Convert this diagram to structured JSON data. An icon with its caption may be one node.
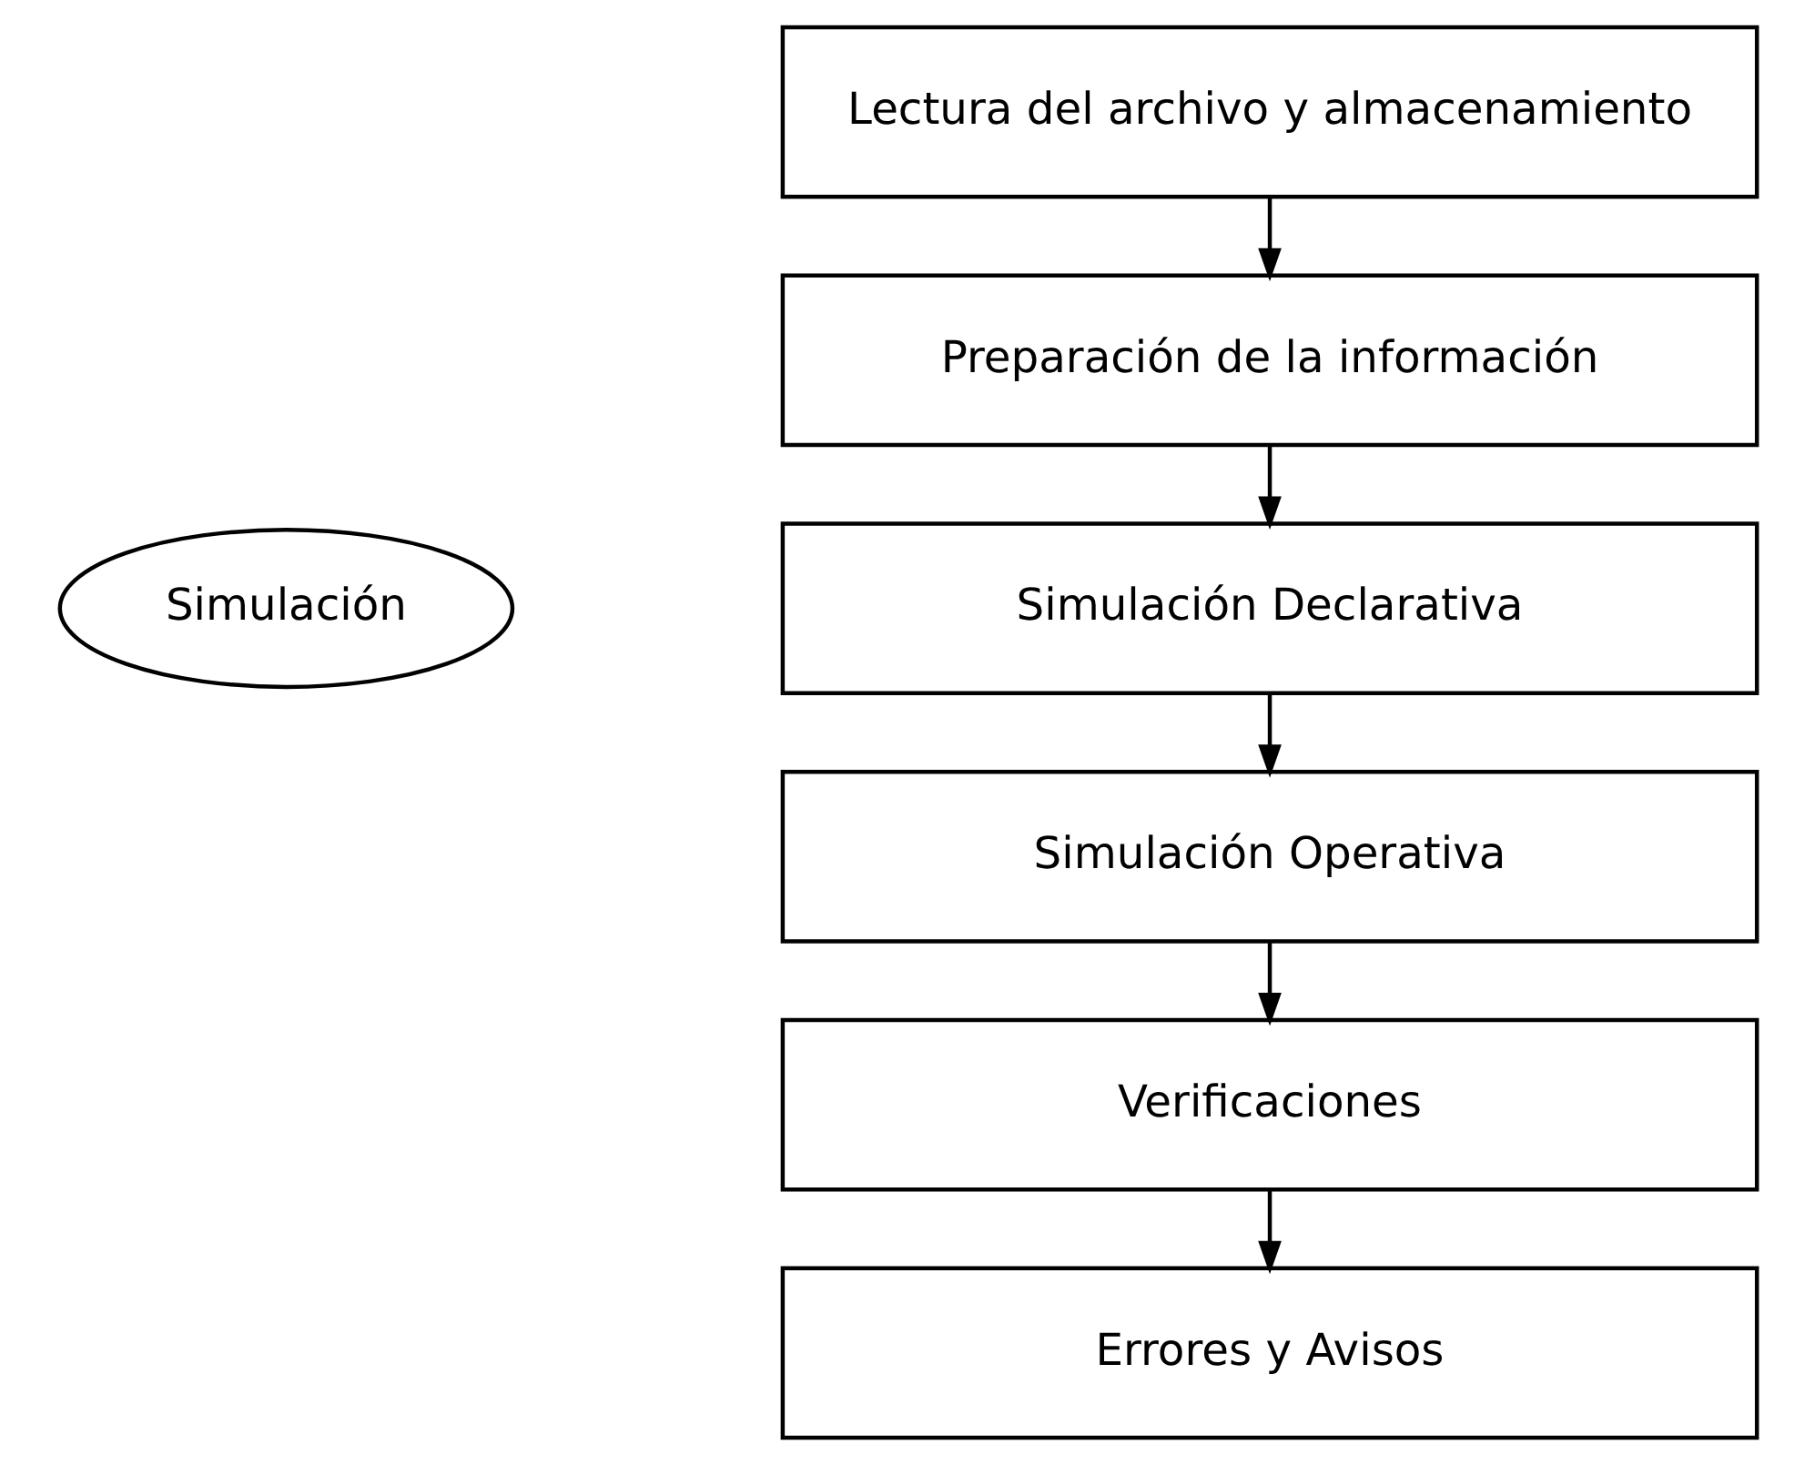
{
  "diagram": {
    "nodes": [
      {
        "text": [
          "Simulación"
        ]
      },
      {
        "text": [
          "Lectura del archivo y almacenamiento"
        ]
      },
      {
        "text": [
          "Preparación de la información"
        ]
      },
      {
        "text": [
          "Simulación Declarativa"
        ]
      },
      {
        "text": [
          "Simulación Operativa"
        ]
      },
      {
        "text": [
          "Verificaciones"
        ]
      },
      {
        "text": [
          "Errores y Avisos"
        ]
      }
    ],
    "edges": [
      {
        "from": 1,
        "to": 2,
        "arrow": "to"
      },
      {
        "from": 2,
        "to": 3,
        "arrow": "to"
      },
      {
        "from": 3,
        "to": 4,
        "arrow": "to"
      },
      {
        "from": 4,
        "to": 5,
        "arrow": "to"
      },
      {
        "from": 5,
        "to": 6,
        "arrow": "to"
      }
    ]
  }
}
